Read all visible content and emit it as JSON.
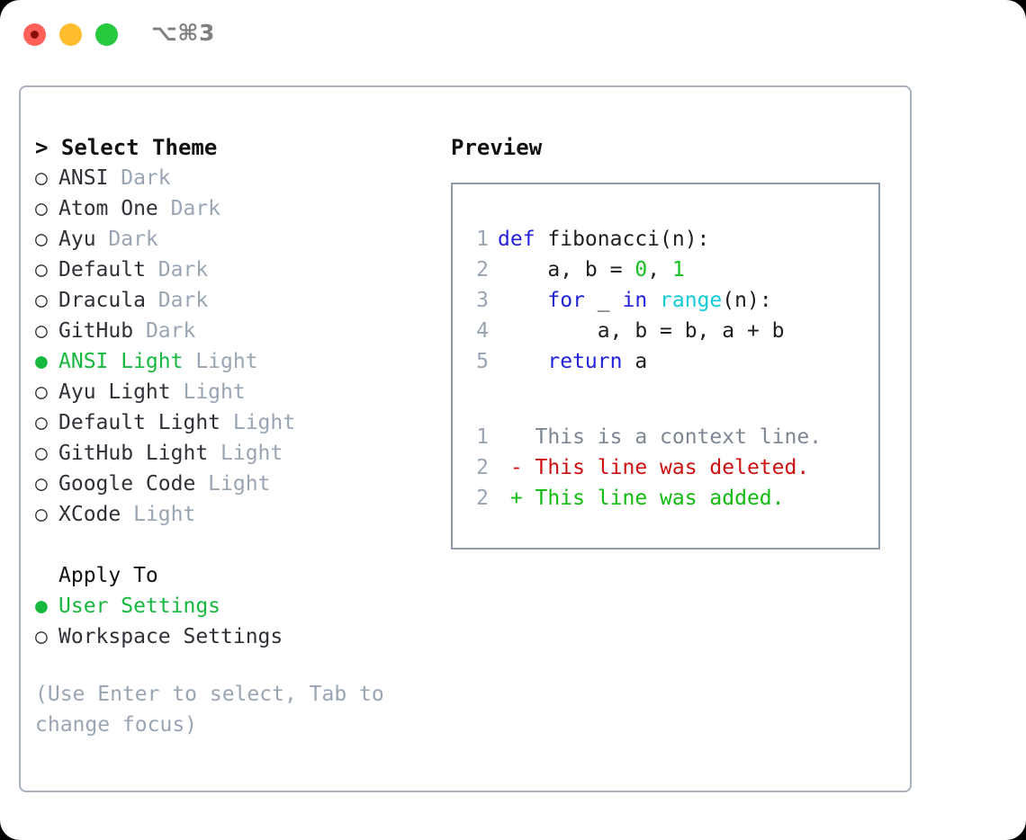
{
  "titlebar": {
    "shortcut_label": "⌥⌘3",
    "buttons": [
      {
        "name": "close",
        "color": "#ff6159"
      },
      {
        "name": "minimize",
        "color": "#ffbd2e"
      },
      {
        "name": "maximize",
        "color": "#28c83f"
      }
    ]
  },
  "colors": {
    "accent_green": "#17b83f",
    "muted": "#9aa5b4",
    "text": "#2e3138",
    "border": "#a9b2be",
    "preview_border": "#8f9aab",
    "keyword_blue": "#2222dd",
    "number_green": "#16c020",
    "function_cyan": "#11ccd8",
    "diff_delete_red": "#cc1111",
    "diff_add_green": "#11bb11",
    "diff_context_gray": "#7d8794"
  },
  "theme_panel": {
    "heading_caret": ">",
    "heading": "Select Theme",
    "items": [
      {
        "marker": "○",
        "label": "ANSI",
        "suffix": "Dark",
        "selected": false
      },
      {
        "marker": "○",
        "label": "Atom One",
        "suffix": "Dark",
        "selected": false
      },
      {
        "marker": "○",
        "label": "Ayu",
        "suffix": "Dark",
        "selected": false
      },
      {
        "marker": "○",
        "label": "Default",
        "suffix": "Dark",
        "selected": false
      },
      {
        "marker": "○",
        "label": "Dracula",
        "suffix": "Dark",
        "selected": false
      },
      {
        "marker": "○",
        "label": "GitHub",
        "suffix": "Dark",
        "selected": false
      },
      {
        "marker": "●",
        "label": "ANSI Light",
        "suffix": "Light",
        "selected": true
      },
      {
        "marker": "○",
        "label": "Ayu Light",
        "suffix": "Light",
        "selected": false
      },
      {
        "marker": "○",
        "label": "Default Light",
        "suffix": "Light",
        "selected": false
      },
      {
        "marker": "○",
        "label": "GitHub Light",
        "suffix": "Light",
        "selected": false
      },
      {
        "marker": "○",
        "label": "Google Code",
        "suffix": "Light",
        "selected": false
      },
      {
        "marker": "○",
        "label": "XCode",
        "suffix": "Light",
        "selected": false
      }
    ]
  },
  "apply_to": {
    "heading": "Apply To",
    "items": [
      {
        "marker": "●",
        "label": "User Settings",
        "selected": true
      },
      {
        "marker": "○",
        "label": "Workspace Settings",
        "selected": false
      }
    ]
  },
  "hint": "(Use Enter to select, Tab to change focus)",
  "preview": {
    "title": "Preview",
    "code_lines": [
      {
        "no": "1",
        "tokens": [
          {
            "t": "def",
            "c": "kw"
          },
          {
            "t": " fibonacci(n):",
            "c": "plain"
          }
        ]
      },
      {
        "no": "2",
        "tokens": [
          {
            "t": "    a, b = ",
            "c": "plain"
          },
          {
            "t": "0",
            "c": "num"
          },
          {
            "t": ", ",
            "c": "plain"
          },
          {
            "t": "1",
            "c": "num"
          }
        ]
      },
      {
        "no": "3",
        "tokens": [
          {
            "t": "    ",
            "c": "plain"
          },
          {
            "t": "for",
            "c": "kw"
          },
          {
            "t": " _ ",
            "c": "plain"
          },
          {
            "t": "in",
            "c": "kw"
          },
          {
            "t": " ",
            "c": "plain"
          },
          {
            "t": "range",
            "c": "fn"
          },
          {
            "t": "(n):",
            "c": "plain"
          }
        ]
      },
      {
        "no": "4",
        "tokens": [
          {
            "t": "        a, b = b, a + b",
            "c": "plain"
          }
        ]
      },
      {
        "no": "5",
        "tokens": [
          {
            "t": "    ",
            "c": "plain"
          },
          {
            "t": "return",
            "c": "kw"
          },
          {
            "t": " a",
            "c": "plain"
          }
        ]
      }
    ],
    "diff_lines": [
      {
        "no": "1",
        "sign": " ",
        "text": "This is a context line.",
        "kind": "d-ctx"
      },
      {
        "no": "2",
        "sign": "-",
        "text": "This line was deleted.",
        "kind": "d-del"
      },
      {
        "no": "2",
        "sign": "+",
        "text": "This line was added.",
        "kind": "d-add"
      }
    ]
  }
}
